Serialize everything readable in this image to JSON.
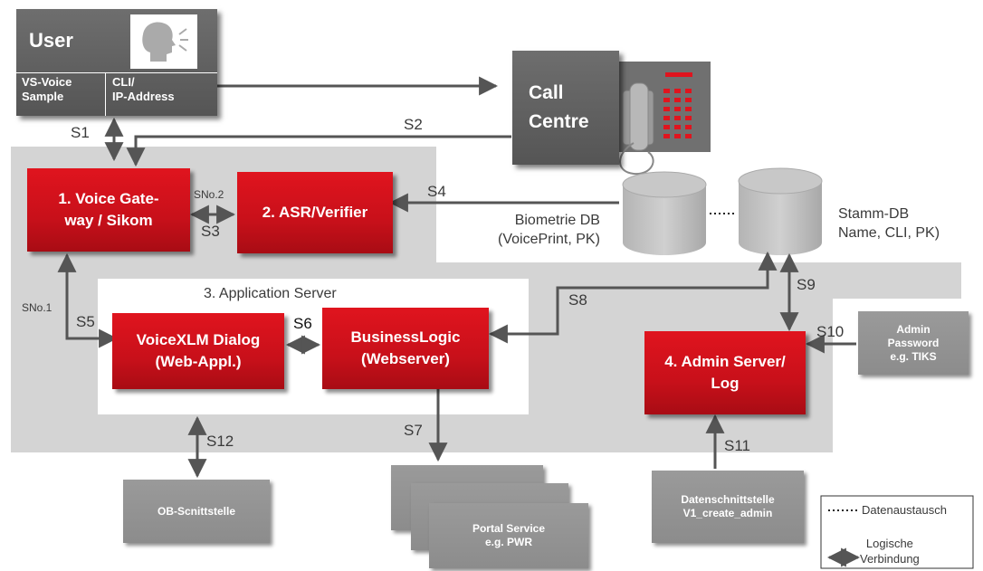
{
  "user": {
    "title": "User",
    "voice_sample": "VS-Voice\nSample",
    "cli": "CLI/\nIP-Address"
  },
  "call_centre": {
    "title": "Call\nCentre"
  },
  "nodes": {
    "voice_gateway": "1. Voice Gate-\nway / Sikom",
    "asr_verifier": "2. ASR/Verifier",
    "app_server_label": "3. Application Server",
    "voicexml": "VoiceXLM Dialog\n(Web-Appl.)",
    "business_logic": "BusinessLogic\n(Webserver)",
    "admin_server": "4. Admin Server/\nLog",
    "admin_password": "Admin\nPassword\ne.g. TIKS",
    "ob_schnittstelle": "OB-Scnittstelle",
    "portal_service": "Portal Service\ne.g. PWR",
    "datenschnittstelle": "Datenschnittstelle\nV1_create_admin"
  },
  "databases": {
    "biometrie": "Biometrie DB\n(VoicePrint, PK)",
    "stamm": "Stamm-DB\nName, CLI, PK)"
  },
  "connections": {
    "s1": "S1",
    "s2": "S2",
    "s3": "S3",
    "s4": "S4",
    "s5": "S5",
    "s6": "S6",
    "s7": "S7",
    "s8": "S8",
    "s9": "S9",
    "s10": "S10",
    "s11": "S11",
    "s12": "S12",
    "sno1": "SNo.1",
    "sno2": "SNo.2"
  },
  "legend": {
    "datenaustausch": "Datenaustausch",
    "logische": "Logische\nVerbindung"
  },
  "colors": {
    "red": "#c8101a",
    "panel_grey": "#d4d4d4",
    "box_grey": "#8f8f8f",
    "arrow": "#555555"
  }
}
